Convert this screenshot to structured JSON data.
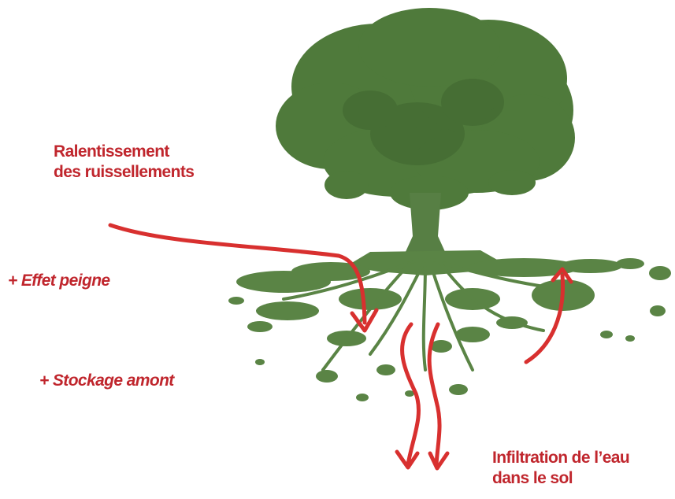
{
  "colors": {
    "foliage": "#4f7a3b",
    "foliage_dark": "#3f6530",
    "roots": "#5a8445",
    "text": "#c0262d",
    "arrow": "#d8302f"
  },
  "labels": {
    "ralentissement": [
      "Ralentissement",
      "des ruissellements"
    ],
    "effet_peigne": "+ Effet peigne",
    "stockage_amont": "+ Stockage amont",
    "infiltration": [
      "Infiltration de l’eau",
      "dans le sol"
    ]
  }
}
